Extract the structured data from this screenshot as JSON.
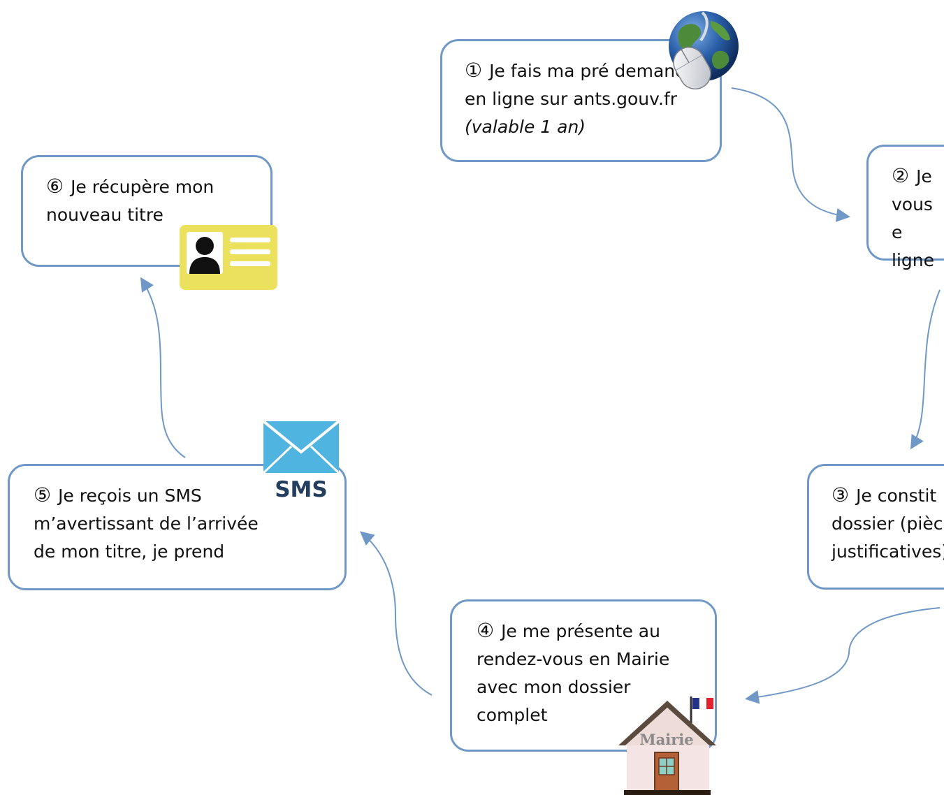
{
  "steps": [
    {
      "num": "①",
      "text": "Je fais ma pré demande en ligne sur ants.gouv.fr",
      "note": "(valable 1 an)"
    },
    {
      "num": "②",
      "text": "Je vous e ligne"
    },
    {
      "num": "③",
      "text": "Je constit dossier (pièc justificatives)"
    },
    {
      "num": "④",
      "text": "Je me présente au rendez-vous en Mairie avec mon dossier complet"
    },
    {
      "num": "⑤",
      "text": "Je reçois un SMS m’avertissant de l’arrivée de mon titre, je prend"
    },
    {
      "num": "⑥",
      "text": "Je récupère mon nouveau titre"
    }
  ],
  "icons": {
    "globe": "globe-mouse-icon",
    "sms": "sms-envelope-icon",
    "sms_label": "SMS",
    "mairie": "mairie-building-icon",
    "mairie_label": "Mairie",
    "id_card": "id-card-icon"
  },
  "colors": {
    "box_border": "#6f98c7",
    "arrow": "#6f98c7",
    "sms_blue": "#4fb4e0",
    "card_yellow": "#ebe15d"
  }
}
